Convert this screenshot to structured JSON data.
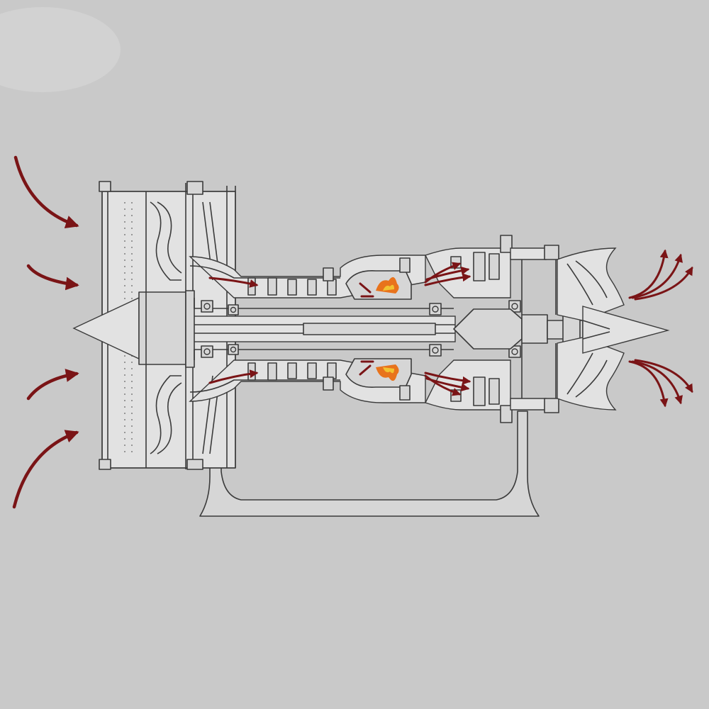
{
  "colors": {
    "background": "#c9c9c9",
    "line": "#3b3b3b",
    "fill": "#d6d6d6",
    "airflow": "#7a1416",
    "flame": "#e8731c",
    "flame_core": "#f2c230"
  },
  "diagram": {
    "subject": "turbojet-engine-cutaway",
    "airflow": {
      "intake_arrows": 4,
      "compressor_arrows": 2,
      "combustion_flames": 2,
      "turbine_arrow_groups": 2,
      "exhaust_arrow_groups": 2
    }
  }
}
